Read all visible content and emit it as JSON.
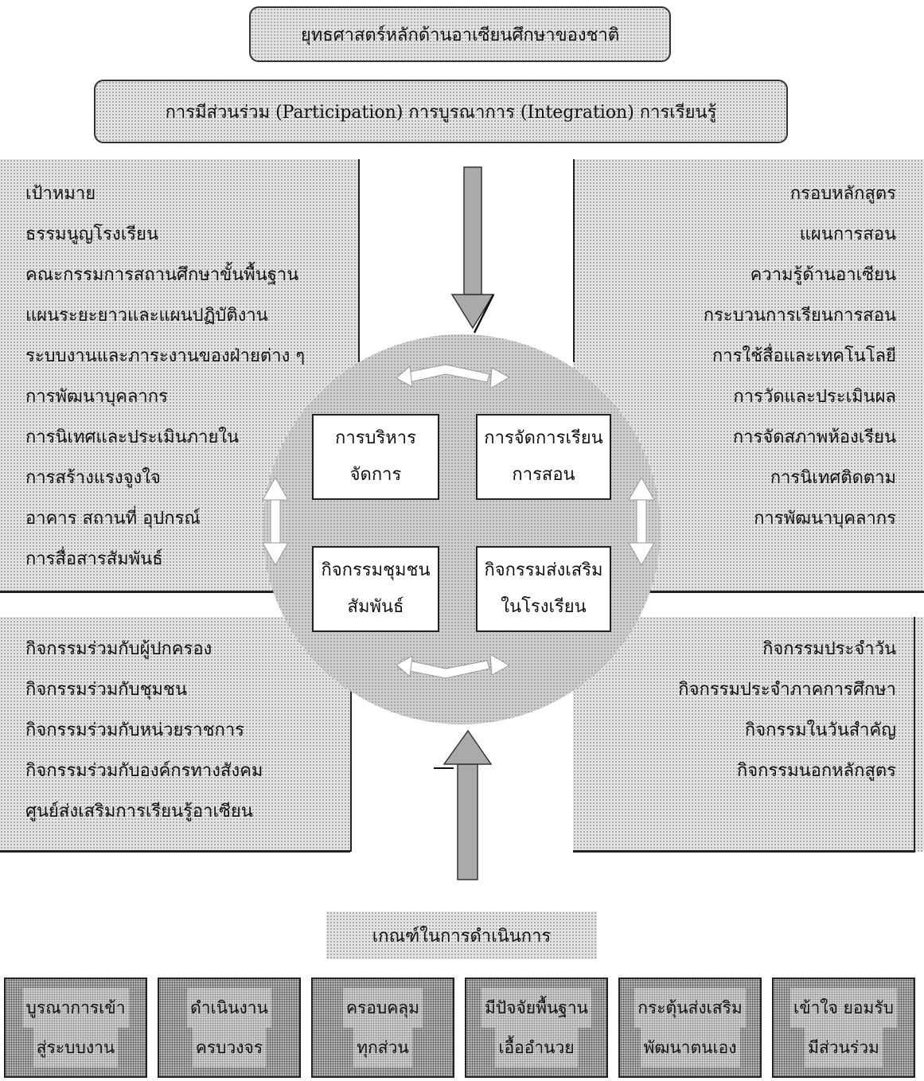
{
  "top_banner": "ยุทธศาสตร์หลักด้านอาเซียนศึกษาของชาติ",
  "second_banner": "การมีส่วนร่วม (Participation) การบูรณาการ (Integration) การเรียนรู้",
  "left_top_items": [
    "เป้าหมาย",
    "ธรรมนูญโรงเรียน",
    "คณะกรรมการสถานศึกษาขั้นพื้นฐาน",
    "แผนระยะยาวและแผนปฏิบัติงาน",
    "ระบบงานและภาระงานของฝ่ายต่าง ๆ",
    "การพัฒนาบุคลากร",
    "การนิเทศและประเมินภายใน",
    "การสร้างแรงจูงใจ",
    "อาคาร สถานที่ อุปกรณ์",
    "การสื่อสารสัมพันธ์"
  ],
  "right_top_items": [
    "กรอบหลักสูตร",
    "แผนการสอน",
    "ความรู้ด้านอาเซียน",
    "กระบวนการเรียนการสอน",
    "การใช้สื่อและเทคโนโลยี",
    "การวัดและประเมินผล",
    "การจัดสภาพห้องเรียน",
    "การนิเทศติดตาม",
    "การพัฒนาบุคลากร"
  ],
  "left_bottom_items": [
    "กิจกรรมร่วมกับผู้ปกครอง",
    "กิจกรรมร่วมกับชุมชน",
    "กิจกรรมร่วมกับหน่วยราชการ",
    "กิจกรรมร่วมกับองค์กรทางสังคม",
    "ศูนย์ส่งเสริมการเรียนรู้อาเซียน"
  ],
  "right_bottom_items": [
    "กิจกรรมประจำวัน",
    "กิจกรรมประจำภาคการศึกษา",
    "กิจกรรมในวันสำคัญ",
    "กิจกรรมนอกหลักสูตร"
  ],
  "center_boxes": [
    {
      "line1": "การบริหาร",
      "line2": "จัดการ"
    },
    {
      "line1": "การจัดการเรียน",
      "line2": "การสอน"
    },
    {
      "line1": "กิจกรรมชุมชน",
      "line2": "สัมพันธ์"
    },
    {
      "line1": "กิจกรรมส่งเสริม",
      "line2": "ในโรงเรียน"
    }
  ],
  "criteria_title": "เกณฑ์ในการดำเนินการ",
  "criteria": [
    {
      "line1": "บูรณาการเข้า",
      "line2": "สู่ระบบงาน"
    },
    {
      "line1": "ดำเนินงาน",
      "line2": "ครบวงจร"
    },
    {
      "line1": "ครอบคลุม",
      "line2": "ทุกส่วน"
    },
    {
      "line1": "มีปัจจัยพื้นฐาน",
      "line2": "เอื้ออำนวย"
    },
    {
      "line1": "กระตุ้นส่งเสริม",
      "line2": "พัฒนาตนเอง"
    },
    {
      "line1": "เข้าใจ ยอมรับ",
      "line2": "มีส่วนร่วม"
    }
  ]
}
